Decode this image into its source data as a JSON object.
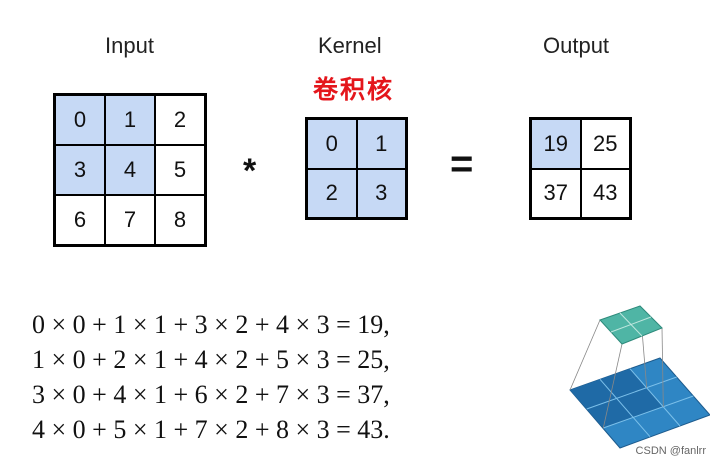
{
  "labels": {
    "input": "Input",
    "kernel": "Kernel",
    "kernel_zh": "卷积核",
    "output": "Output"
  },
  "operators": {
    "conv": "*",
    "equals": "="
  },
  "input_grid": {
    "cells": [
      [
        "0",
        "1",
        "2"
      ],
      [
        "3",
        "4",
        "5"
      ],
      [
        "6",
        "7",
        "8"
      ]
    ],
    "highlighted": [
      [
        true,
        true,
        false
      ],
      [
        true,
        true,
        false
      ],
      [
        false,
        false,
        false
      ]
    ]
  },
  "kernel_grid": {
    "cells": [
      [
        "0",
        "1"
      ],
      [
        "2",
        "3"
      ]
    ],
    "highlighted": [
      [
        true,
        true
      ],
      [
        true,
        true
      ]
    ]
  },
  "output_grid": {
    "cells": [
      [
        "19",
        "25"
      ],
      [
        "37",
        "43"
      ]
    ],
    "highlighted": [
      [
        true,
        false
      ],
      [
        false,
        false
      ]
    ]
  },
  "equations": [
    "0 × 0 + 1 × 1 + 3 × 2 + 4 × 3 = 19,",
    "1 × 0 + 2 × 1 + 4 × 2 + 5 × 3 = 25,",
    "3 × 0 + 4 × 1 + 6 × 2 + 7 × 3 = 37,",
    "4 × 0 + 5 × 1 + 7 × 2 + 8 × 3 = 43."
  ],
  "credit": "CSDN @fanlrr",
  "colors": {
    "highlight_cell": "#c6d9f5",
    "kernel_zh_text": "#e4161c",
    "illus_output_plane": "#4fb5a5",
    "illus_input_plane": "#2f86c4"
  }
}
